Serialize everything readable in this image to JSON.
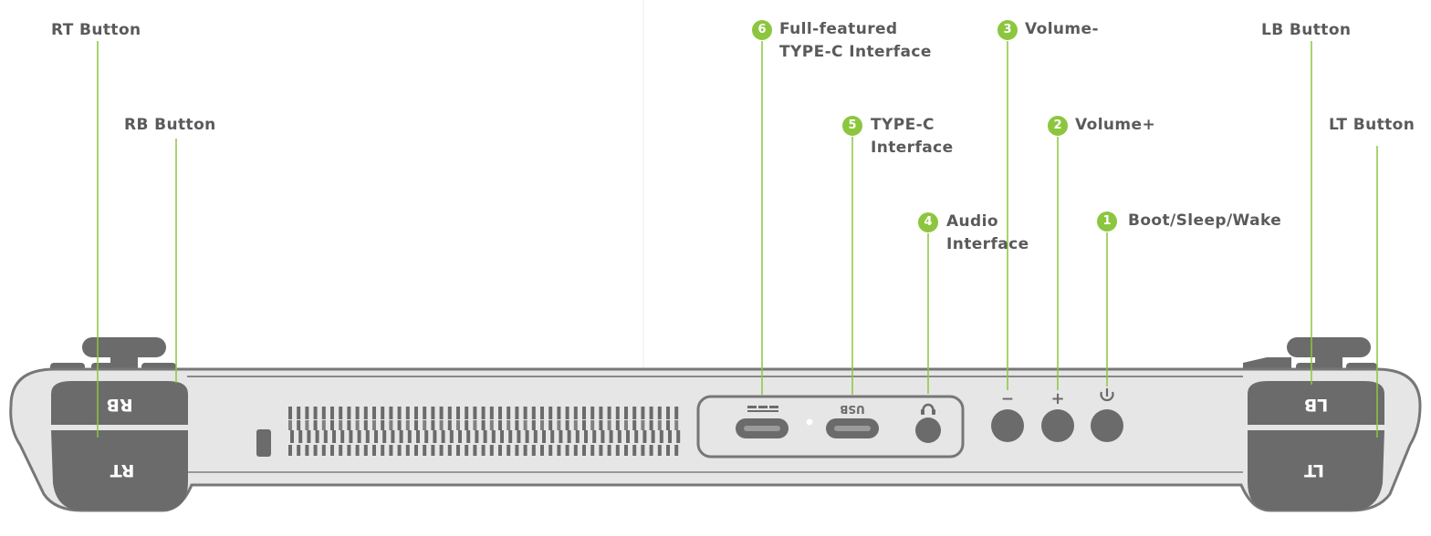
{
  "labels": {
    "rt_button": "RT Button",
    "rb_button": "RB Button",
    "lb_button": "LB Button",
    "lt_button": "LT Button",
    "callout_6": {
      "number": "6",
      "line1": "Full-featured",
      "line2": "TYPE-C Interface"
    },
    "callout_5": {
      "number": "5",
      "line1": "TYPE-C",
      "line2": "Interface"
    },
    "callout_4": {
      "number": "4",
      "line1": "Audio",
      "line2": "Interface"
    },
    "callout_3": {
      "number": "3",
      "line1": "Volume-"
    },
    "callout_2": {
      "number": "2",
      "line1": "Volume+"
    },
    "callout_1": {
      "number": "1",
      "line1": "Boot/Sleep/Wake"
    }
  },
  "device_text": {
    "rb": "RB",
    "rt": "RT",
    "lb": "LB",
    "lt": "LT",
    "usb": "USB",
    "minus": "−",
    "plus": "+"
  },
  "colors": {
    "accent_green": "#8cc63f",
    "label_text": "#5a5a5a",
    "body_fill": "#e6e6e6",
    "outline": "#777777",
    "dark_grey": "#6b6b6b"
  }
}
